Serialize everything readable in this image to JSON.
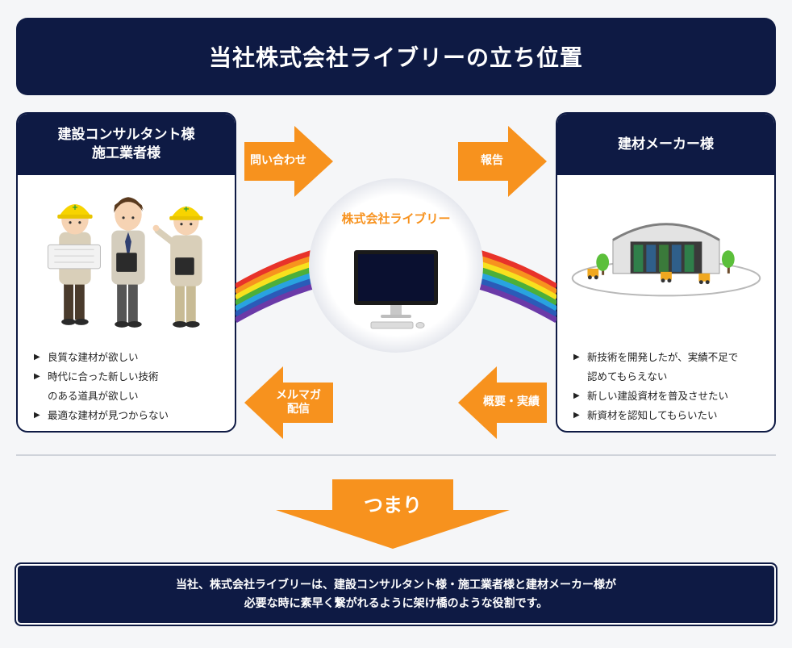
{
  "title": "当社株式会社ライブリーの立ち位置",
  "left_panel": {
    "heading_line1": "建設コンサルタント様",
    "heading_line2": "施工業者様",
    "bullets": [
      "良質な建材が欲しい",
      "時代に合った新しい技術",
      "のある道具が欲しい",
      "最適な建材が見つからない"
    ]
  },
  "right_panel": {
    "heading": "建材メーカー様",
    "bullets": [
      "新技術を開発したが、実績不足で",
      "認めてもらえない",
      "新しい建設資材を普及させたい",
      "新資材を認知してもらいたい"
    ]
  },
  "arrows": {
    "top_left": "問い合わせ",
    "top_right": "報告",
    "bottom_left_line1": "メルマガ",
    "bottom_left_line2": "配信",
    "bottom_right": "概要・実績"
  },
  "center": {
    "label": "株式会社ライブリー"
  },
  "conclusion": "つまり",
  "summary": {
    "line1": "当社、株式会社ライブリーは、建設コンサルタント様・施工業者様と建材メーカー様が",
    "line2": "必要な時に素早く繋がれるように架け橋のような役割です。"
  },
  "colors": {
    "navy": "#0e1a44",
    "orange": "#f7921e",
    "white": "#ffffff"
  }
}
